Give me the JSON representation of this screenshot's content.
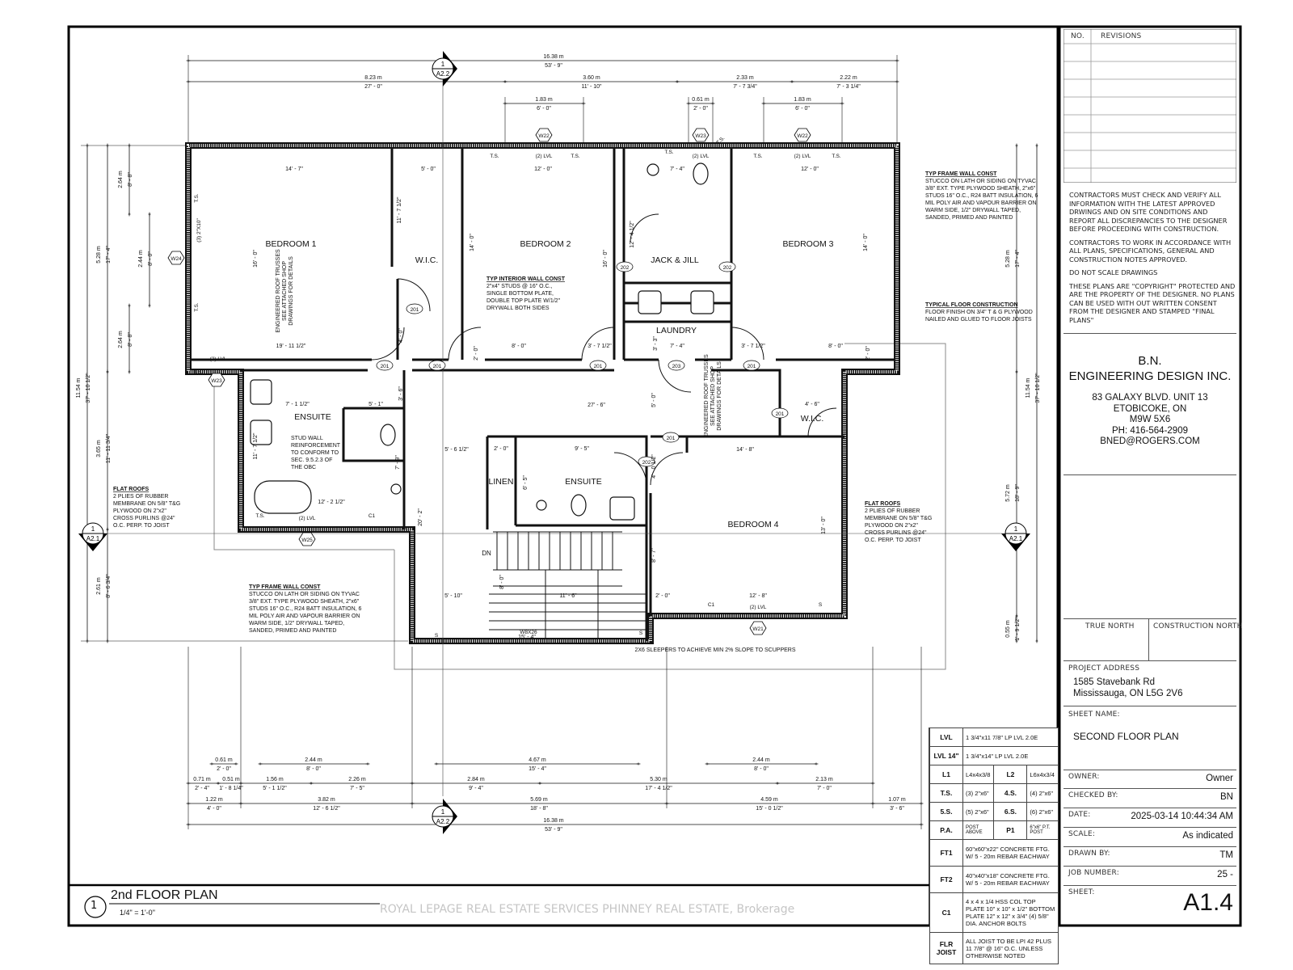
{
  "drawing": {
    "title": "2nd FLOOR PLAN",
    "number": "1",
    "scale": "1/4\" = 1'-0\"",
    "watermark": "ROYAL LEPAGE REAL ESTATE SERVICES PHINNEY REAL ESTATE, Brokerage"
  },
  "section_markers": [
    {
      "num": "1",
      "sheet": "A2.2"
    },
    {
      "num": "1",
      "sheet": "A2.2"
    },
    {
      "num": "1",
      "sheet": "A2.1"
    },
    {
      "num": "1",
      "sheet": "A2.1"
    }
  ],
  "dimensions": {
    "top": [
      {
        "m": "16.38 m",
        "ft": "53' - 9\""
      },
      {
        "m": "8.23 m",
        "ft": "27' - 0\""
      },
      {
        "m": "3.60 m",
        "ft": "11' - 10\""
      },
      {
        "m": "2.33 m",
        "ft": "7' - 7 3/4\""
      },
      {
        "m": "2.22 m",
        "ft": "7' - 3 1/4\""
      },
      {
        "m": "1.83 m",
        "ft": "6' - 0\""
      },
      {
        "m": "0.61 m",
        "ft": "2' - 0\""
      },
      {
        "m": "1.83 m",
        "ft": "6' - 0\""
      }
    ],
    "left": [
      {
        "m": "5.28 m",
        "ft": "17' - 4\""
      },
      {
        "m": "2.64 m",
        "ft": "8' - 8\""
      },
      {
        "m": "2.44 m",
        "ft": "8' - 0\""
      },
      {
        "m": "2.64 m",
        "ft": "8' - 8\""
      },
      {
        "m": "11.54 m",
        "ft": "37' - 10 1/2\""
      },
      {
        "m": "3.65 m",
        "ft": "11' - 11 3/4\""
      },
      {
        "m": "2.61 m",
        "ft": "8' - 6 3/4\""
      }
    ],
    "right": [
      {
        "m": "5.28 m",
        "ft": "17' - 4\""
      },
      {
        "m": "11.54 m",
        "ft": "37' - 10 1/2\""
      },
      {
        "m": "5.72 m",
        "ft": "18' - 9\""
      },
      {
        "m": "0.55 m",
        "ft": "1' - 9 1/2\""
      }
    ],
    "bottom": [
      {
        "m": "0.61 m",
        "ft": "2' - 0\""
      },
      {
        "m": "2.44 m",
        "ft": "8' - 0\""
      },
      {
        "m": "4.67 m",
        "ft": "15' - 4\""
      },
      {
        "m": "2.44 m",
        "ft": "8' - 0\""
      },
      {
        "m": "0.71 m",
        "ft": "2' - 4\""
      },
      {
        "m": "0.51 m",
        "ft": "1' - 8 1/4\""
      },
      {
        "m": "1.56 m",
        "ft": "5' - 1 1/2\""
      },
      {
        "m": "2.26 m",
        "ft": "7' - 5\""
      },
      {
        "m": "2.84 m",
        "ft": "9' - 4\""
      },
      {
        "m": "5.30 m",
        "ft": "17' - 4 1/2\""
      },
      {
        "m": "2.13 m",
        "ft": "7' - 0\""
      },
      {
        "m": "1.22 m",
        "ft": "4' - 0\""
      },
      {
        "m": "3.82 m",
        "ft": "12' - 6 1/2\""
      },
      {
        "m": "5.69 m",
        "ft": "18' - 8\""
      },
      {
        "m": "4.59 m",
        "ft": "15' - 0 1/2\""
      },
      {
        "m": "1.07 m",
        "ft": "3' - 6\""
      },
      {
        "m": "16.38 m",
        "ft": "53' - 9\""
      }
    ]
  },
  "rooms": [
    "BEDROOM 1",
    "W.I.C.",
    "BEDROOM 2",
    "JACK & JILL",
    "BEDROOM 3",
    "LAUNDRY",
    "ENSUITE",
    "ENSUITE",
    "LINEN",
    "W.I.C.",
    "BEDROOM 4",
    "DN"
  ],
  "room_dims": [
    "14' - 7\"",
    "5' - 0\"",
    "12' - 0\"",
    "7' - 4\"",
    "12' - 0\"",
    "19' - 11 1/2\"",
    "8' - 0\"",
    "3' - 7 1/2\"",
    "7' - 4\"",
    "3' - 7 1/2\"",
    "8' - 0\"",
    "27' - 6\"",
    "7' - 1 1/2\"",
    "5' - 1\"",
    "5' - 6 1/2\"",
    "2' - 0\"",
    "9' - 5\"",
    "14' - 8\"",
    "4' - 6\"",
    "12' - 2 1/2\"",
    "12' - 8\"",
    "2' - 0\"",
    "5' - 10\"",
    "11' - 6\"",
    "15' - 4\"",
    "16' - 0\"",
    "11' - 7 1/2\"",
    "14' - 0\"",
    "16' - 0\"",
    "12' - 4 1/2\"",
    "14' - 0\"",
    "13' - 0\"",
    "20' - 2\"",
    "7' - 9\"",
    "11' - 7 1/2\"",
    "6' - 5\"",
    "8' - 7\"",
    "4' - 0 1/2\"",
    "4' - 0\"",
    "5' - 0\"",
    "3' - 3\"",
    "2' - 0\"",
    "2' - 0\"",
    "3' - 6\"",
    "8' - 0\""
  ],
  "door_tags": [
    "201",
    "201",
    "201",
    "201",
    "203",
    "201",
    "201",
    "201",
    "202",
    "202",
    "202"
  ],
  "window_tags": [
    "W22",
    "W23",
    "W22",
    "W24",
    "W23",
    "W25",
    "W21",
    "W8X26"
  ],
  "beam_labels": [
    "(2) LVL",
    "(2) LVL",
    "(2) LVL",
    "(2) LVL",
    "(2) LVL",
    "(2) LVL",
    "(3) 2\"X10\"",
    "T.S.",
    "T.S.",
    "T.S.",
    "T.S.",
    "T.S.",
    "T.S.",
    "T.S.",
    "T.S.",
    "T.S.",
    "T.S.",
    "C1",
    "C1",
    "S",
    "S",
    "S"
  ],
  "plan_notes": {
    "typ_frame_wall_1": {
      "title": "TYP FRAME WALL CONST",
      "lines": [
        "STUCCO ON LATH OR SIDING ON TYVAC",
        "3/8\" EXT. TYPE PLYWOOD SHEATH, 2\"x6\"",
        "STUDS 16\" O.C., R24 BATT INSULATION, 6",
        "MIL POLY AIR AND VAPOUR BARRIER ON",
        "WARM SIDE, 1/2\" DRYWALL TAPED,",
        "SANDED, PRIMED AND PAINTED"
      ]
    },
    "typ_frame_wall_2": {
      "title": "TYP FRAME WALL CONST",
      "lines": [
        "STUCCO ON LATH OR SIDING ON TYVAC",
        "3/8\" EXT. TYPE PLYWOOD SHEATH, 2\"x6\"",
        "STUDS 16\" O.C., R24 BATT INSULATION, 6",
        "MIL POLY AIR AND VAPOUR BARRIER ON",
        "WARM SIDE, 1/2\" DRYWALL TAPED,",
        "SANDED, PRIMED AND PAINTED"
      ]
    },
    "typ_interior_wall": {
      "title": "TYP INTERIOR WALL CONST",
      "lines": [
        "2\"x4\" STUDS @ 16\" O.C.,",
        "SINGLE BOTTOM PLATE,",
        "DOUBLE TOP PLATE W/1/2\"",
        "DRYWALL BOTH SIDES"
      ]
    },
    "typ_floor": {
      "title": "TYPICAL FLOOR CONSTRUCTION",
      "lines": [
        "FLOOR FINISH ON 3/4\" T & G PLYWOOD",
        "NAILED AND GLUED TO FLOOR JOISTS"
      ]
    },
    "flat_roofs_left": {
      "title": "FLAT ROOFS",
      "lines": [
        "2 PLIES OF RUBBER",
        "MEMBRANE ON 5/8\" T&G",
        "PLYWOOD ON 2\"x2\"",
        "CROSS PURLINS @24\"",
        "O.C. PERP. TO JOIST"
      ]
    },
    "flat_roofs_right": {
      "title": "FLAT ROOFS",
      "lines": [
        "2 PLIES OF RUBBER",
        "MEMBRANE ON 5/8\" T&G",
        "PLYWOOD ON 2\"x2\"",
        "CROSS PURLINS @24\"",
        "O.C. PERP. TO JOIST"
      ]
    },
    "stud_wall": [
      "STUD WALL",
      "REINFORCEMENT",
      "TO CONFORM TO",
      "SEC. 9.5.2.3 OF",
      "THE OBC"
    ],
    "trusses_1": [
      "ENGINEERED ROOF TRUSSES",
      "SEE ATTACHED SHOP",
      "DRAWINGS FOR DETAILS"
    ],
    "trusses_2": [
      "ENGINEERED ROOF TRUSSES",
      "SEE ATTACHED SHOP",
      "DRAWINGS FOR DETAILS"
    ],
    "sleepers": "2X6 SLEEPERS TO ACHIEVE MIN 2% SLOPE TO SCUPPERS"
  },
  "legend": [
    [
      "LVL",
      "1 3/4\"x11 7/8\" LP LVL 2.0E"
    ],
    [
      "LVL 14\"",
      "1 3/4\"x14\" LP LVL 2.0E"
    ],
    [
      "L1",
      "L4x4x3/8",
      "L2",
      "L6x4x3/4"
    ],
    [
      "T.S.",
      "(3) 2\"x6\"",
      "4.S.",
      "(4) 2\"x6\""
    ],
    [
      "5.S.",
      "(5) 2\"x6\"",
      "6.S.",
      "(6) 2\"x6\""
    ],
    [
      "P.A.",
      "POST ABOVE",
      "P1",
      "6\"x6\" P.T. POST"
    ],
    [
      "FT1",
      "60\"x60\"x22\" CONCRETE FTG. W/ 5 - 20m REBAR EACHWAY"
    ],
    [
      "FT2",
      "40\"x40\"x18\" CONCRETE FTG. W/ 5 - 20m REBAR EACHWAY"
    ],
    [
      "C1",
      "4 x 4 x 1/4 HSS COL TOP PLATE 10\" x 10\" x 1/2\" BOTTOM PLATE 12\" x 12\" x 3/4\" (4) 5/8\" DIA. ANCHOR BOLTS"
    ],
    [
      "FLR JOIST",
      "ALL JOIST TO BE LPI 42 PLUS 11 7/8\" @ 16\" O.C. UNLESS OTHERWISE NOTED"
    ]
  ],
  "title_block": {
    "revisions_no": "NO.",
    "revisions_label": "REVISIONS",
    "general_notes": [
      "CONTRACTORS MUST CHECK AND VERIFY ALL INFORMATION WITH THE LATEST APPROVED DRWINGS AND ON SITE CONDITIONS AND REPORT ALL DISCREPANCIES TO THE DESIGNER BEFORE PROCEEDING WITH CONSTRUCTION.",
      "CONTRACTORS TO WORK IN ACCORDANCE WITH ALL PLANS, SPECIFICATIONS, GENERAL AND CONSTRUCTION NOTES APPROVED.",
      "DO NOT SCALE DRAWINGS",
      "THESE PLANS ARE \"COPYRIGHT\" PROTECTED AND ARE THE PROPERTY OF THE DESIGNER. NO PLANS CAN BE USED WITH OUT WRITTEN CONSENT FROM THE DESIGNER AND STAMPED \"FINAL PLANS\""
    ],
    "firm_line1": "B.N.",
    "firm_line2": "ENGINEERING DESIGN INC.",
    "address1": "83 GALAXY BLVD. UNIT 13",
    "address2": "ETOBICOKE, ON",
    "address3": "M9W 5X6",
    "phone": "PH: 416-564-2909",
    "email": "BNED@ROGERS.COM",
    "true_north": "TRUE NORTH",
    "construction_north": "CONSTRUCTION NORTH",
    "project_address_label": "PROJECT ADDRESS",
    "project_address1": "1585 Stavebank Rd",
    "project_address2": "Mississauga, ON L5G 2V6",
    "sheet_name_label": "SHEET NAME:",
    "sheet_name": "SECOND FLOOR PLAN",
    "fields": [
      {
        "label": "OWNER:",
        "value": "Owner"
      },
      {
        "label": "CHECKED BY:",
        "value": "BN"
      },
      {
        "label": "DATE:",
        "value": "2025-03-14 10:44:34 AM"
      },
      {
        "label": "SCALE:",
        "value": "As indicated"
      },
      {
        "label": "DRAWN BY:",
        "value": "TM"
      },
      {
        "label": "JOB NUMBER:",
        "value": "25 -"
      }
    ],
    "sheet_label": "SHEET:",
    "sheet_number": "A1.4"
  }
}
